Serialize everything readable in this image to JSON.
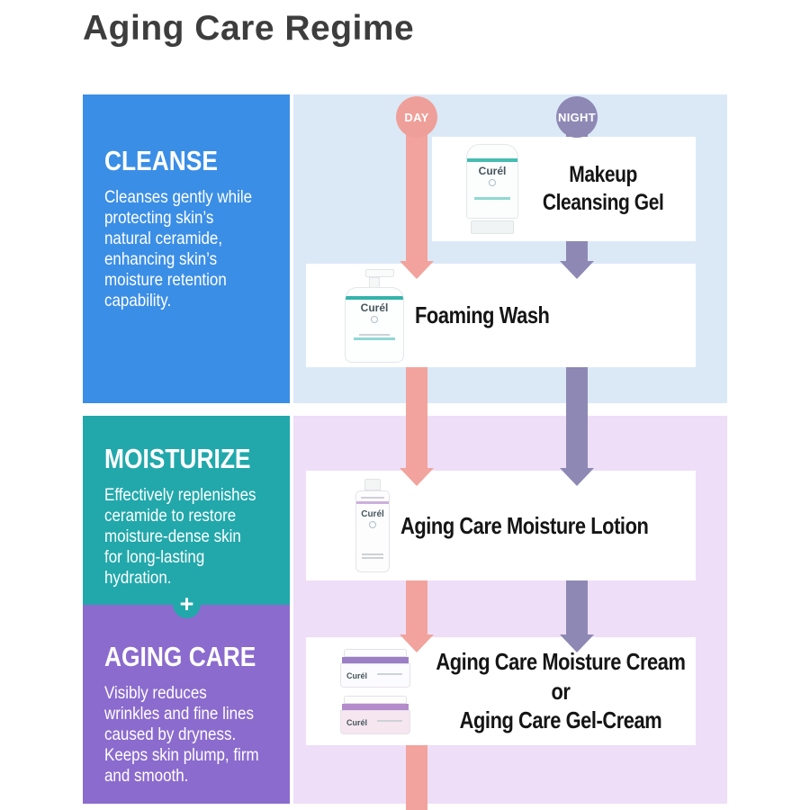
{
  "page": {
    "title": "Aging Care Regime"
  },
  "colors": {
    "cleanse_blue": "#3b8ee6",
    "moisturize_teal": "#22a8ab",
    "aging_purple": "#8b6bce",
    "panel_light_blue": "#dbe9f7",
    "panel_light_lavender": "#efdef7",
    "day_pink": "#ef9f99",
    "day_arrow_pink": "#f2a39d",
    "night_purple": "#8e88b5",
    "card_white": "#ffffff",
    "label_black": "#151515",
    "title_gray": "#3d3d3d"
  },
  "timeline": {
    "day_label": "DAY",
    "night_label": "NIGHT"
  },
  "plus_sign": "+",
  "brand": "Curél",
  "steps": [
    {
      "label": "CLEANSE",
      "description": "Cleanses gently while\nprotecting skin’s\nnatural ceramide,\nenhancing skin’s\nmoisture retention\ncapability."
    },
    {
      "label": "MOISTURIZE",
      "description": "Effectively replenishes\nceramide to restore\nmoisture-dense skin\nfor long-lasting\nhydration."
    },
    {
      "label": "AGING CARE",
      "description": "Visibly reduces\nwrinkles and fine lines\ncaused by dryness.\nKeeps skin plump, firm\nand smooth."
    }
  ],
  "products": {
    "makeup_cleansing_gel": {
      "label": "Makeup\nCleansing Gel"
    },
    "foaming_wash": {
      "label": "Foaming Wash"
    },
    "moisture_lotion": {
      "label": "Aging Care Moisture Lotion"
    },
    "moisture_cream": {
      "label": "Aging Care Moisture Cream\nor\nAging Care Gel-Cream"
    }
  }
}
